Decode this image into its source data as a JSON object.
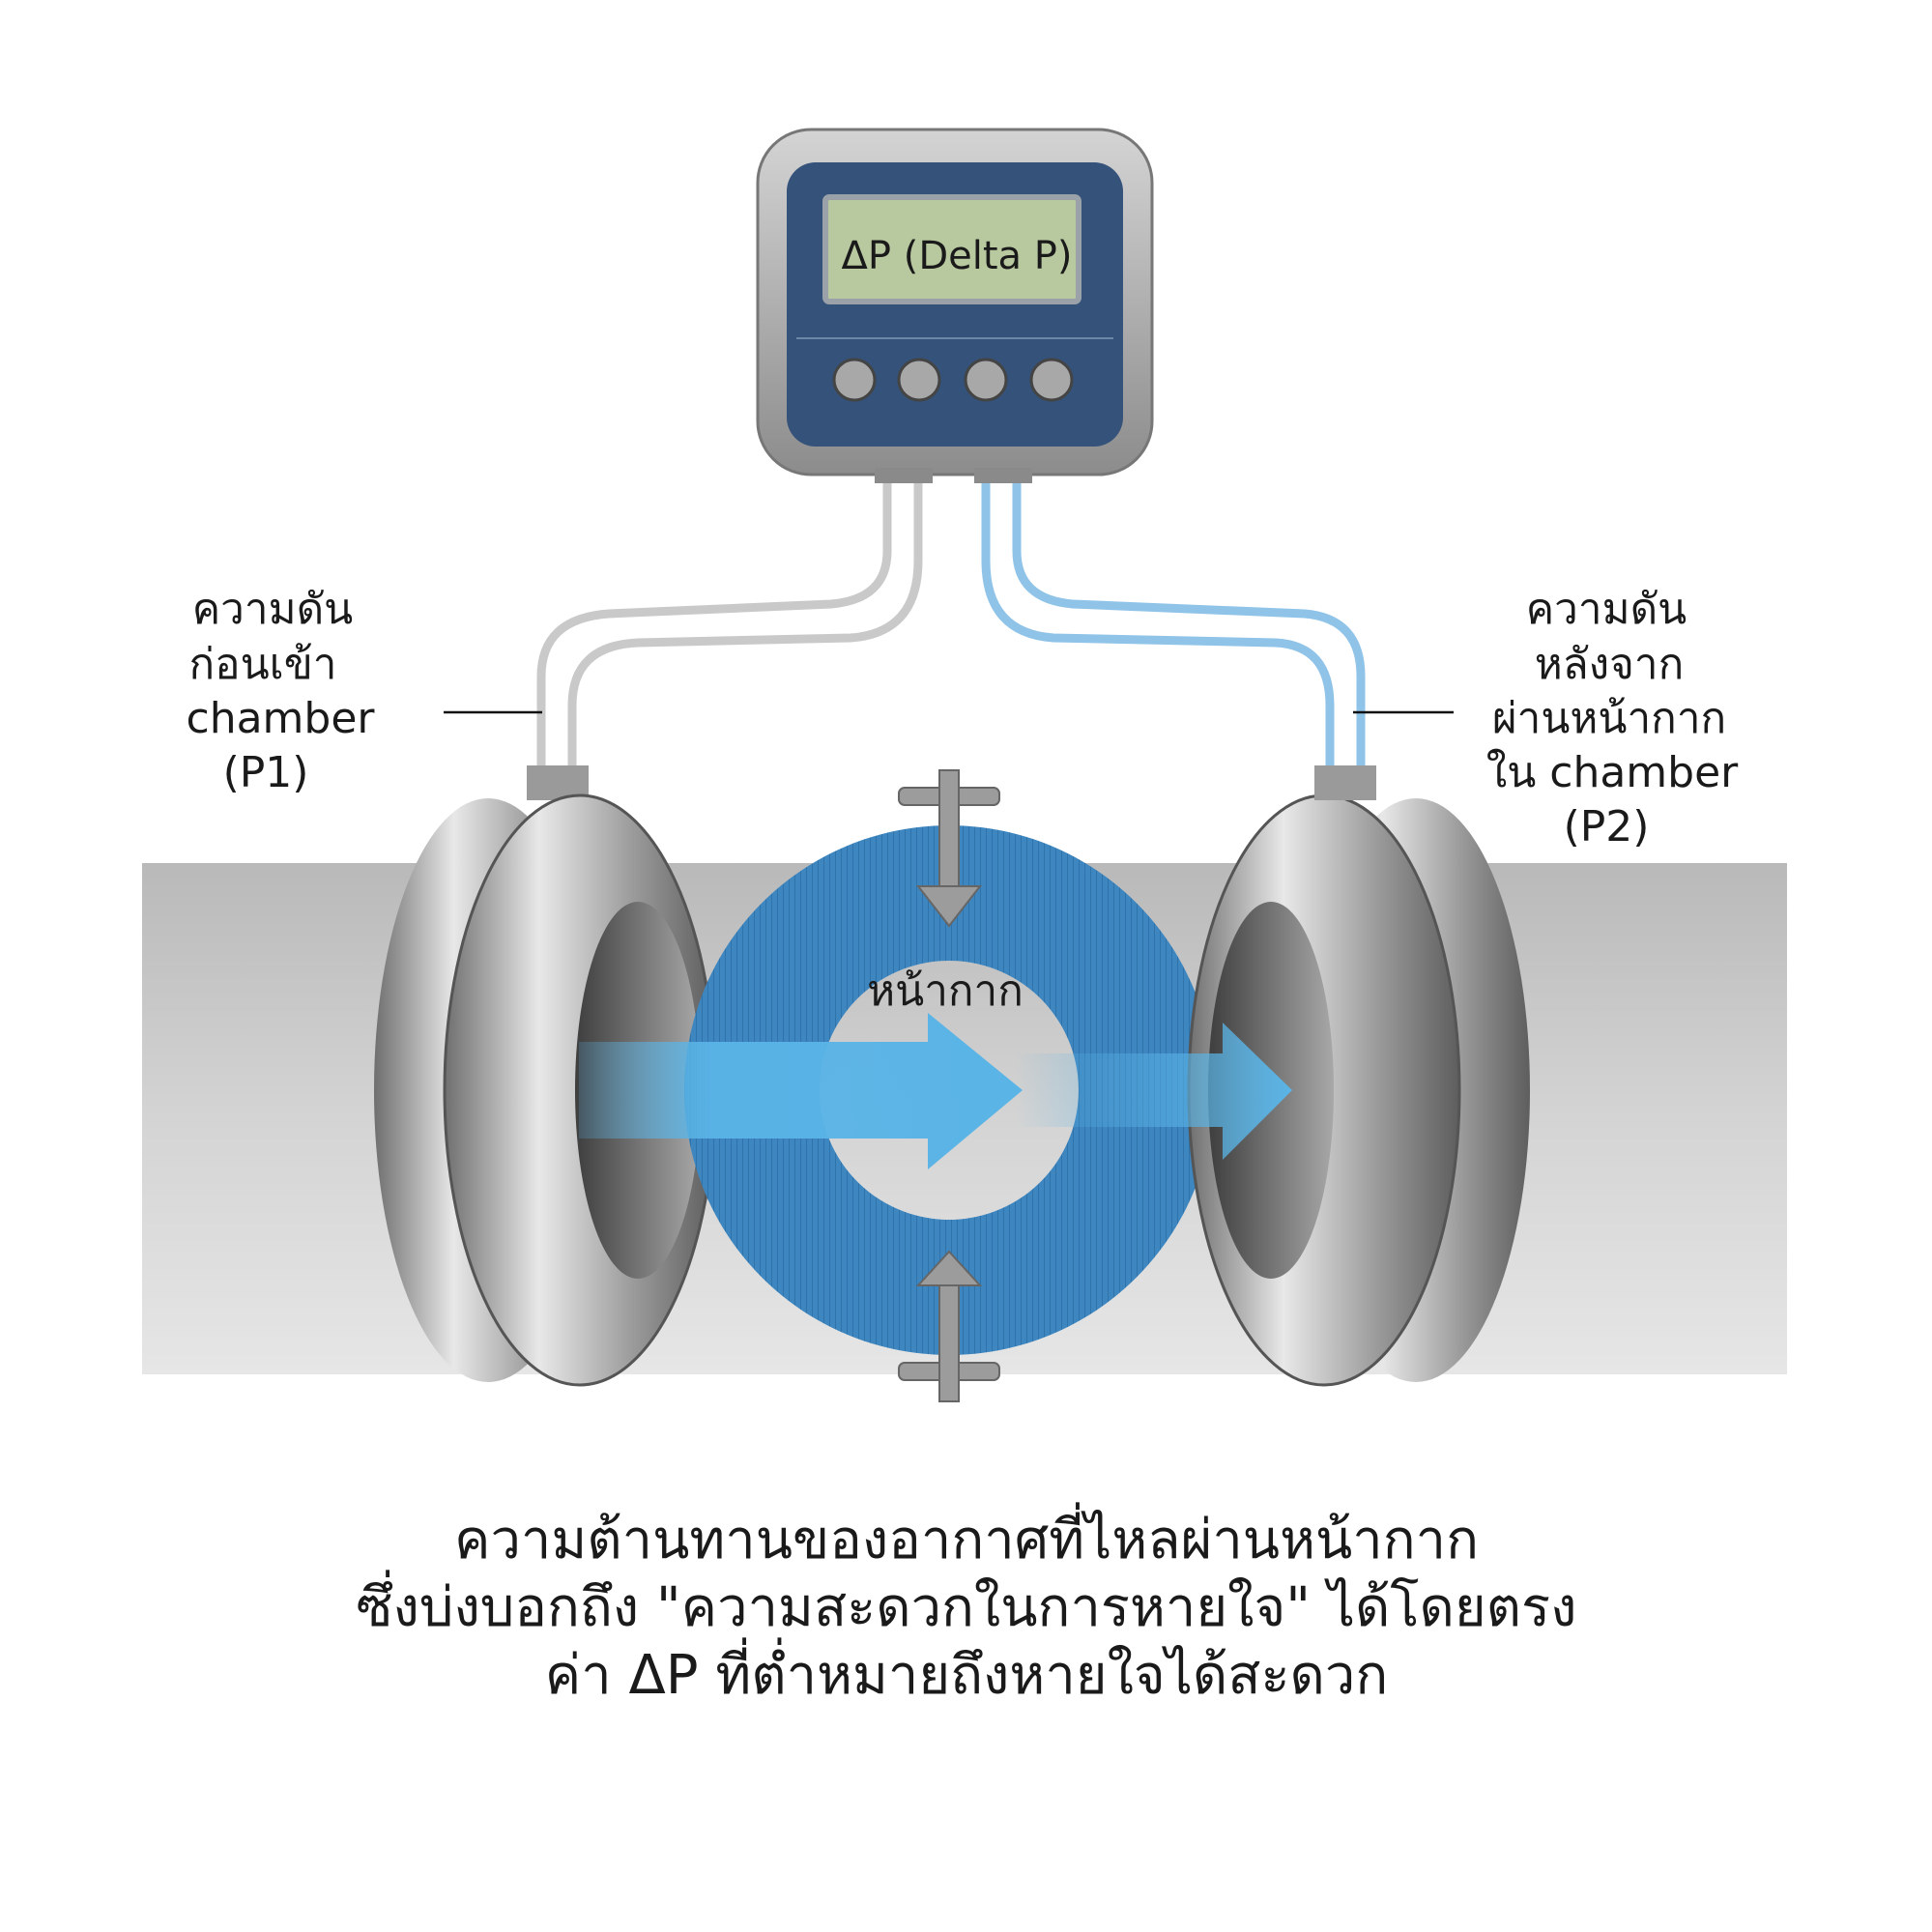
{
  "meter": {
    "display_text": "ΔP (Delta P)",
    "buttons": 4
  },
  "labels": {
    "p1": [
      "ความดัน",
      "ก่อนเข้า",
      "chamber",
      "(P1)"
    ],
    "p2": [
      "ความดัน",
      "หลังจาก",
      "ผ่านหน้ากาก",
      "ใน chamber",
      "(P2)"
    ],
    "mask": "หน้ากาก"
  },
  "caption": [
    "ความต้านทานของอากาศที่ไหลผ่านหน้ากาก",
    "ซึ่งบ่งบอกถึง \"ความสะดวกในการหายใจ\" ได้โดยตรง",
    "ค่า ΔP ที่ต่ำหมายถึงหายใจได้สะดวก"
  ],
  "colors": {
    "meter_body": "#34527a",
    "screen": "#b8c9a0",
    "mask": "#3d86c0",
    "airflow": "#5ab4e6",
    "tube_blue": "#8fc3e8",
    "tube_gray": "#d0d0d0"
  }
}
